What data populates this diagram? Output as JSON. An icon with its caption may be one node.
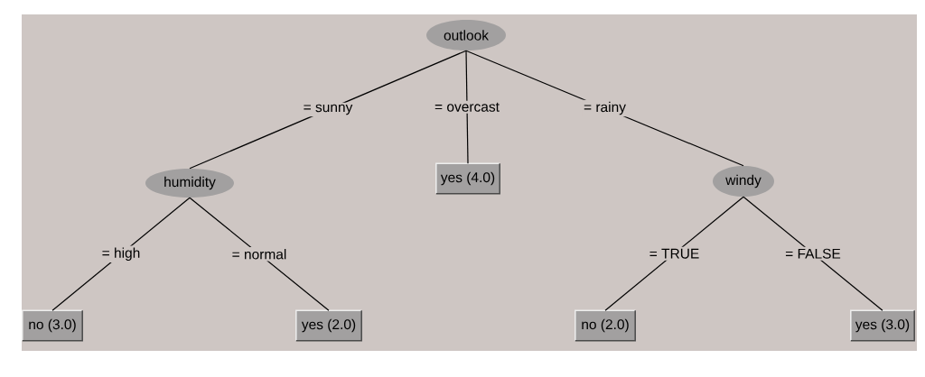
{
  "diagram": {
    "nodes": [
      {
        "text": [
          "outlook"
        ]
      },
      {
        "text": [
          "humidity"
        ]
      },
      {
        "text": [
          "yes (4.0)"
        ]
      },
      {
        "text": [
          "windy"
        ]
      },
      {
        "text": [
          "no (3.0)"
        ]
      },
      {
        "text": [
          "yes (2.0)"
        ]
      },
      {
        "text": [
          "no (2.0)"
        ]
      },
      {
        "text": [
          "yes (3.0)"
        ]
      }
    ],
    "edges": [
      {
        "from": 0,
        "to": 1,
        "arrow": "none",
        "label": "= sunny"
      },
      {
        "from": 0,
        "to": 2,
        "arrow": "none",
        "label": "= overcast"
      },
      {
        "from": 0,
        "to": 3,
        "arrow": "none",
        "label": "= rainy"
      },
      {
        "from": 1,
        "to": 4,
        "arrow": "none",
        "label": "= high"
      },
      {
        "from": 1,
        "to": 5,
        "arrow": "none",
        "label": "= normal"
      },
      {
        "from": 3,
        "to": 6,
        "arrow": "none",
        "label": "= TRUE"
      },
      {
        "from": 3,
        "to": 7,
        "arrow": "none",
        "label": "= FALSE"
      }
    ]
  }
}
